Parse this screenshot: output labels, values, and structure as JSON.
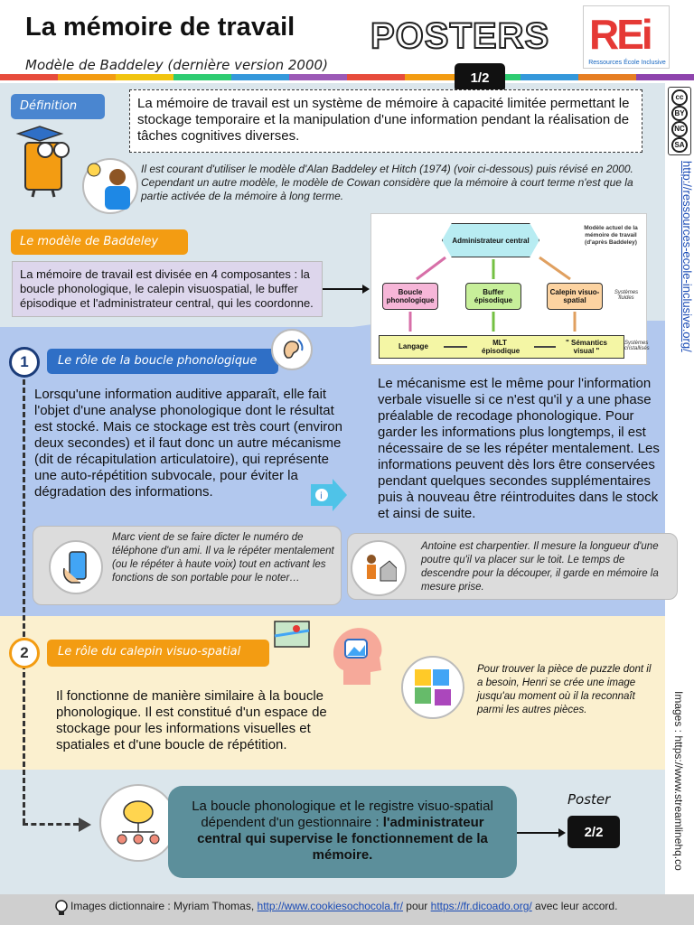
{
  "header": {
    "title": "La mémoire de travail",
    "subtitle": "Modèle de Baddeley (dernière version 2000)",
    "posters": "POSTERS",
    "logo_letters": "REi",
    "logo_caption": "Ressources École Inclusive",
    "page_indicator": "1/2"
  },
  "stripe_colors": [
    "#e74c3c",
    "#f39c12",
    "#f1c40f",
    "#2ecc71",
    "#3498db",
    "#9b59b6",
    "#e74c3c",
    "#f39c12",
    "#2ecc71",
    "#3498db",
    "#e67e22",
    "#8e44ad"
  ],
  "definition": {
    "label": "Définition",
    "text": "La mémoire de travail est un système de mémoire à capacité limitée permettant le stockage temporaire et la manipulation d'une information pendant la réalisation de tâches cognitives diverses.",
    "intro": "Il est courant d'utiliser le modèle d'Alan Baddeley et Hitch (1974) (voir ci-dessous) puis révisé en 2000. Cependant un autre modèle, le modèle de Cowan considère que la mémoire à court terme n'est que la partie activée de la mémoire à long terme."
  },
  "model": {
    "label": "Le modèle de Baddeley",
    "text": "La mémoire de travail est divisée en 4 composantes : la boucle phonologique, le calepin visuospatial, le buffer épisodique et l'administrateur central, qui les coordonne."
  },
  "diagram": {
    "admin": "Administrateur central",
    "boucle": "Boucle phonologique",
    "buffer": "Buffer épisodique",
    "calepin": "Calepin visuo-spatial",
    "caption": "Modèle actuel de la mémoire de travail (d'après Baddeley)",
    "fluides": "Systèmes fluides",
    "langage": "Langage",
    "mlt": "MLT épisodique",
    "semantics": "\" Sémantics visual \"",
    "cristallises": "Systèmes cristallisés"
  },
  "boucle": {
    "number": "1",
    "label": "Le rôle de la boucle phonologique",
    "left_text": "Lorsqu'une information auditive apparaît, elle fait l'objet d'une analyse phonologique dont le résultat est stocké. Mais ce stockage est très court (environ deux secondes) et il faut donc un autre mécanisme (dit de récapitulation articulatoire), qui représente une auto-répétition subvocale, pour éviter la dégradation des informations.",
    "right_text": "Le mécanisme est le même pour l'information verbale visuelle si ce n'est qu'il y a une phase préalable de recodage phonologique. Pour garder les informations plus longtemps, il est nécessaire de se les répéter mentalement. Les informations peuvent dès lors être conservées pendant quelques secondes supplémentaires puis à nouveau être réintroduites dans le stock et ainsi de suite.",
    "example_marc": "Marc vient de se faire dicter le numéro de téléphone d'un ami. Il va le répéter mentalement (ou le répéter à haute voix)  tout en activant les fonctions de son portable pour le noter…",
    "example_antoine": "Antoine est charpentier. Il mesure la longueur d'une poutre qu'il va placer sur le toit. Le temps de descendre pour la découper, il garde en mémoire la mesure prise."
  },
  "calepin": {
    "number": "2",
    "label": "Le rôle du calepin visuo-spatial",
    "text": "Il fonctionne de manière similaire à la boucle phonologique. Il est constitué d'un espace de stockage pour les informations visuelles et spatiales et d'une boucle de répétition.",
    "example_puzzle": "Pour trouver la pièce de puzzle dont il a besoin, Henri se crée une image jusqu'au moment où il la reconnaît parmi les autres pièces."
  },
  "summary": {
    "text_plain": "La boucle phonologique et le registre visuo-spatial dépendent d'un gestionnaire :",
    "text_bold": "l'administrateur central qui supervise le fonctionnement de la mémoire.",
    "poster_word": "Poster",
    "next_page": "2/2"
  },
  "side": {
    "url": "http://ressources-ecole-inclusive.org/",
    "images": "Images : https://www.streamlinehq.co"
  },
  "footer": {
    "prefix": "Images dictionnaire : Myriam Thomas, ",
    "link1": "http://www.cookiesochocola.fr/",
    "middle": "  pour ",
    "link2": "https://fr.dicoado.org/",
    "suffix": "  avec leur accord."
  },
  "cc_labels": [
    "cc",
    "BY",
    "NC",
    "SA"
  ]
}
